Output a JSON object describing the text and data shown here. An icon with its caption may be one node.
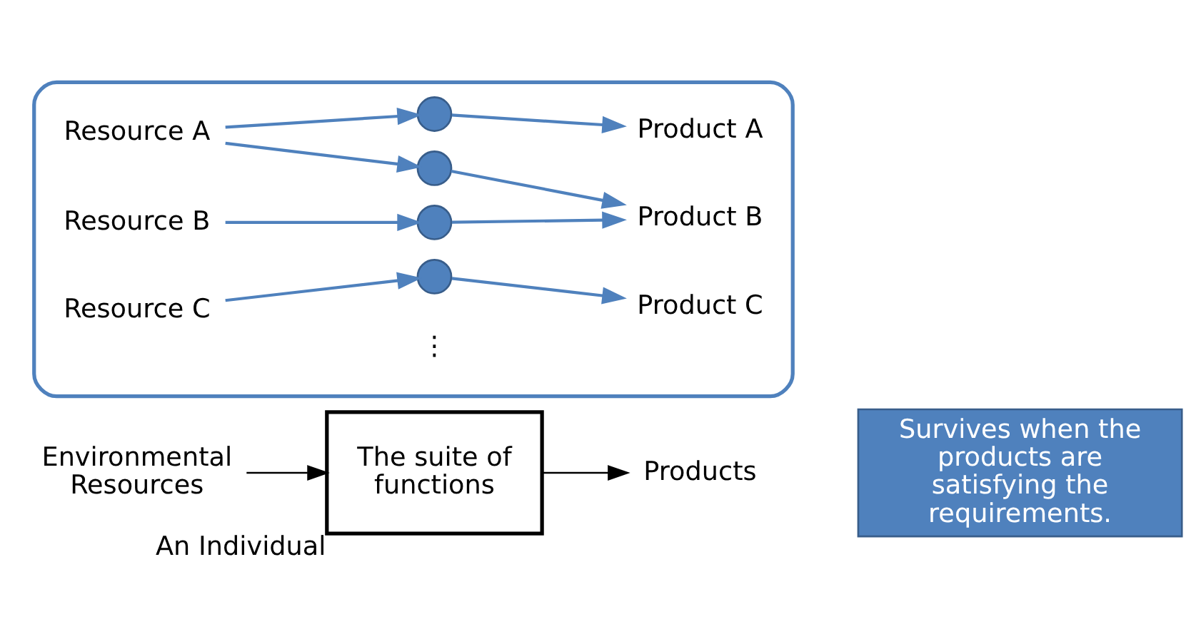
{
  "diagram": {
    "nodes": [
      {
        "text": [
          "Environmental Resources"
        ]
      },
      {
        "text": [
          "An Individual",
          "The suite of functions"
        ]
      },
      {
        "text": [
          "Products"
        ]
      },
      {
        "text": [
          "Survives when the products are satisfying the requirements."
        ]
      },
      {
        "text": [],
        "shape": "box"
      },
      {
        "text": [
          "Resource A"
        ],
        "in": 4
      },
      {
        "text": [
          "Resource B"
        ],
        "in": 4
      },
      {
        "text": [
          "Resource C"
        ],
        "in": 4
      },
      {
        "text": [],
        "shape": "circle",
        "in": 4
      },
      {
        "text": [],
        "shape": "circle",
        "in": 4
      },
      {
        "text": [],
        "shape": "circle",
        "in": 4
      },
      {
        "text": [],
        "shape": "circle",
        "in": 4
      },
      {
        "text": [
          "Product A"
        ],
        "in": 4
      },
      {
        "text": [
          "Product B"
        ],
        "in": 4
      },
      {
        "text": [
          "Product C"
        ],
        "in": 4
      }
    ],
    "edges": [
      {
        "from": 0,
        "to": 1,
        "arrow": "to",
        "color": "#000000"
      },
      {
        "from": 1,
        "to": 2,
        "arrow": "to",
        "color": "#000000"
      },
      {
        "from": 5,
        "to": 8,
        "arrow": "to"
      },
      {
        "from": 5,
        "to": 9,
        "arrow": "to"
      },
      {
        "from": 6,
        "to": 10,
        "arrow": "to"
      },
      {
        "from": 7,
        "to": 11,
        "arrow": "to"
      },
      {
        "from": 8,
        "to": 12,
        "arrow": "to"
      },
      {
        "from": 9,
        "to": 13,
        "arrow": "to"
      },
      {
        "from": 10,
        "to": 13,
        "arrow": "to"
      },
      {
        "from": 11,
        "to": 14,
        "arrow": "to"
      }
    ],
    "labels": [
      "⋮"
    ]
  }
}
